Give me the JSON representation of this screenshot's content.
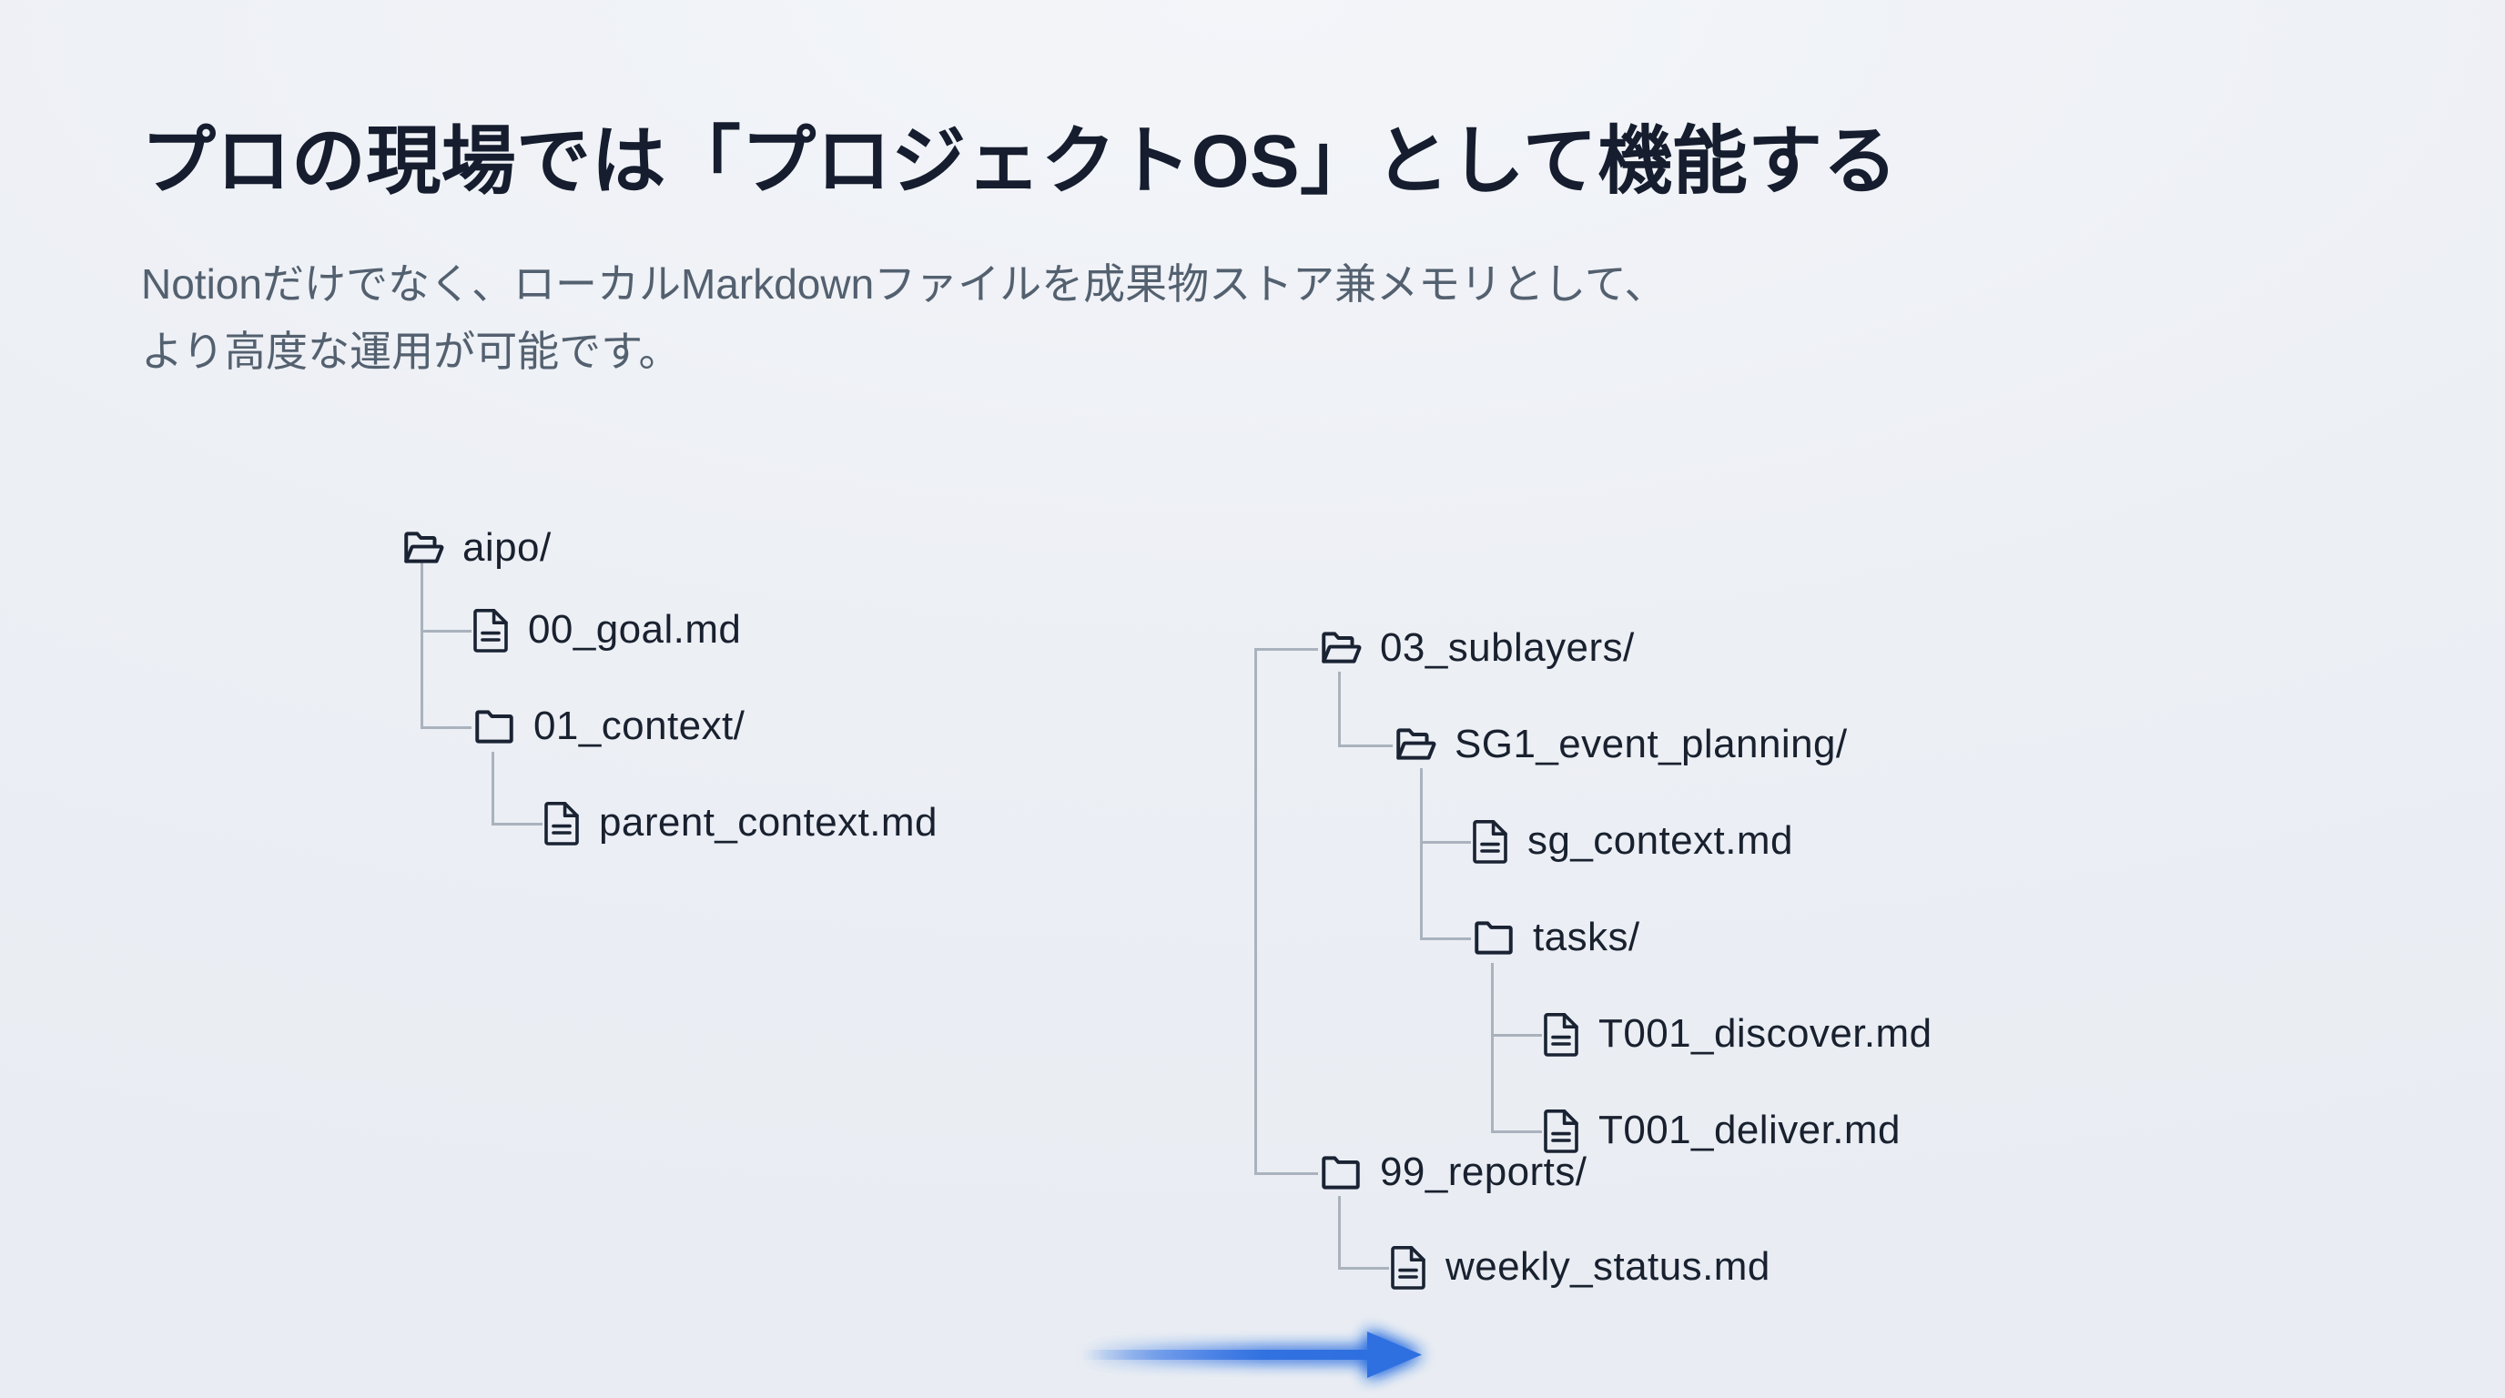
{
  "slide": {
    "title": "プロの現場では「プロジェクトOS」として機能する",
    "subtitle_line1": "Notionだけでなく、ローカルMarkdownファイルを成果物ストア兼メモリとして、",
    "subtitle_line2": "より高度な運用が可能です。",
    "colors": {
      "background": "#eef1f5",
      "title_text": "#151d2e",
      "subtitle_text": "#53606f",
      "tree_text": "#19212f",
      "connector": "#a9b2bd",
      "icon_stroke": "#1a2333",
      "arrow_blue": "#2f6fe0",
      "arrow_glow": "#7aa6f0"
    }
  },
  "diagram": {
    "left_tree": {
      "name": "local-markdown-parent-tree",
      "nodes": [
        {
          "label": "aipo/",
          "icon": "folder-open-icon",
          "depth": 0
        },
        {
          "label": "00_goal.md",
          "icon": "file-icon",
          "depth": 1
        },
        {
          "label": "01_context/",
          "icon": "folder-icon",
          "depth": 1
        },
        {
          "label": "parent_context.md",
          "icon": "file-icon",
          "depth": 2
        }
      ]
    },
    "right_tree": {
      "name": "local-markdown-sublayer-tree",
      "nodes": [
        {
          "label": "03_sublayers/",
          "icon": "folder-open-icon",
          "depth": 0
        },
        {
          "label": "SG1_event_planning/",
          "icon": "folder-open-icon",
          "depth": 1
        },
        {
          "label": "sg_context.md",
          "icon": "file-icon",
          "depth": 2
        },
        {
          "label": "tasks/",
          "icon": "folder-icon",
          "depth": 2
        },
        {
          "label": "T001_discover.md",
          "icon": "file-icon",
          "depth": 3
        },
        {
          "label": "T001_deliver.md",
          "icon": "file-icon",
          "depth": 3
        },
        {
          "label": "99_reports/",
          "icon": "folder-icon",
          "depth": 0
        },
        {
          "label": "weekly_status.md",
          "icon": "file-icon",
          "depth": 1
        }
      ]
    },
    "connector_arrow": {
      "name": "context-inheritance-arrow",
      "icon": "arrow-right-icon",
      "from": "parent_context.md",
      "to": "sg_context.md",
      "color": "#2f6fe0"
    }
  }
}
